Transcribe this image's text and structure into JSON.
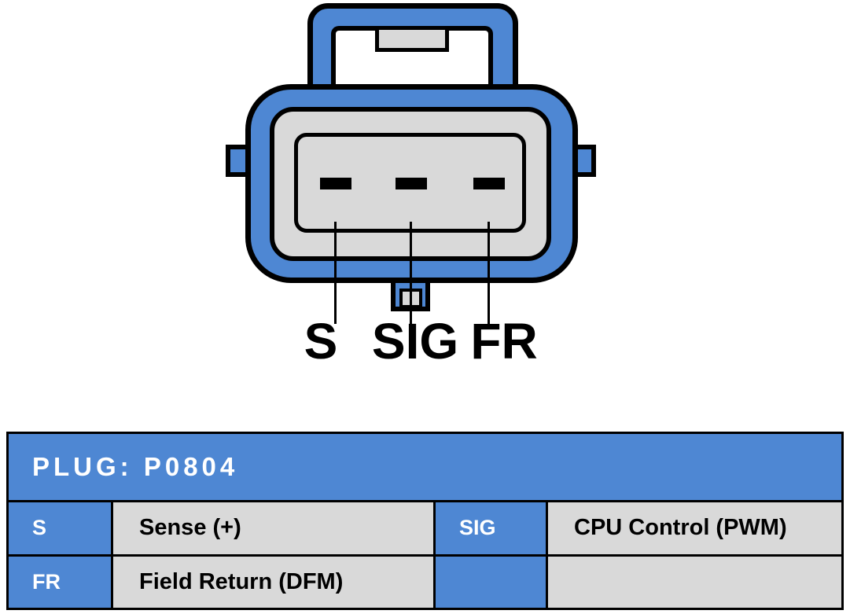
{
  "colors": {
    "blue": "#4e87d3",
    "gray": "#d9d9d9"
  },
  "diagram": {
    "pin_labels": [
      "S",
      "SIG",
      "FR"
    ]
  },
  "table": {
    "title": "PLUG: P0804",
    "rows": [
      {
        "c0": "S",
        "c1": "Sense (+)",
        "c2": "SIG",
        "c3": "CPU Control (PWM)"
      },
      {
        "c0": "FR",
        "c1": "Field Return (DFM)",
        "c2": "",
        "c3": ""
      }
    ]
  }
}
